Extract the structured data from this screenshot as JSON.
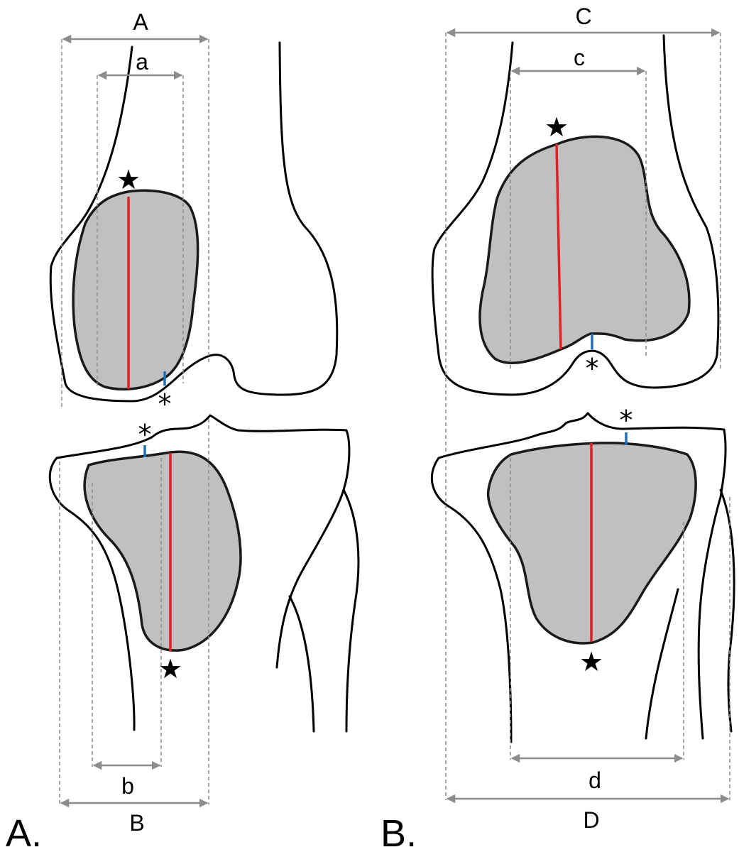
{
  "figure": {
    "panel_labels": {
      "left": "A.",
      "right": "B."
    },
    "dimensions": {
      "A": "A",
      "a": "a",
      "B": "B",
      "b": "b",
      "C": "C",
      "c": "c",
      "D": "D",
      "d": "d"
    },
    "markers": {
      "star": "★",
      "asterisk": "*"
    },
    "colors": {
      "lesion_fill": "#c0c0c0",
      "axis_line": "#e31e24",
      "gap_line": "#1f6fb5",
      "guide_line": "#8c8c8c"
    }
  }
}
